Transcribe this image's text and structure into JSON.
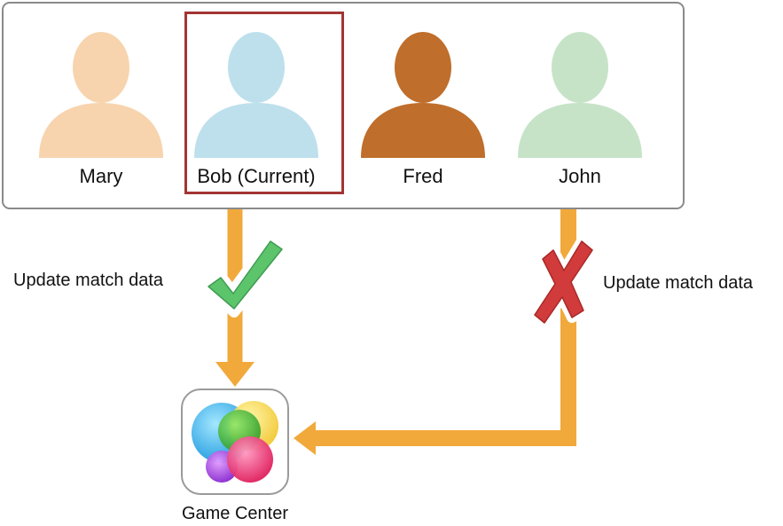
{
  "players": [
    {
      "name": "Mary",
      "color": "#f7d4ae"
    },
    {
      "name": "Bob (Current)",
      "color": "#bde0ec"
    },
    {
      "name": "Fred",
      "color": "#bf6e2b"
    },
    {
      "name": "John",
      "color": "#c6e3c7"
    }
  ],
  "current_player": "Bob (Current)",
  "left_action": {
    "label": "Update match data",
    "status": "allowed",
    "icon": "checkmark-icon"
  },
  "right_action": {
    "label": "Update match data",
    "status": "denied",
    "icon": "cross-icon"
  },
  "game_center": {
    "label": "Game Center",
    "icon": "game-center-icon"
  },
  "colors": {
    "arrow": "#f2a93b",
    "highlight_border": "#a33434",
    "check": "#5cc46b",
    "cross": "#d23b3b"
  }
}
